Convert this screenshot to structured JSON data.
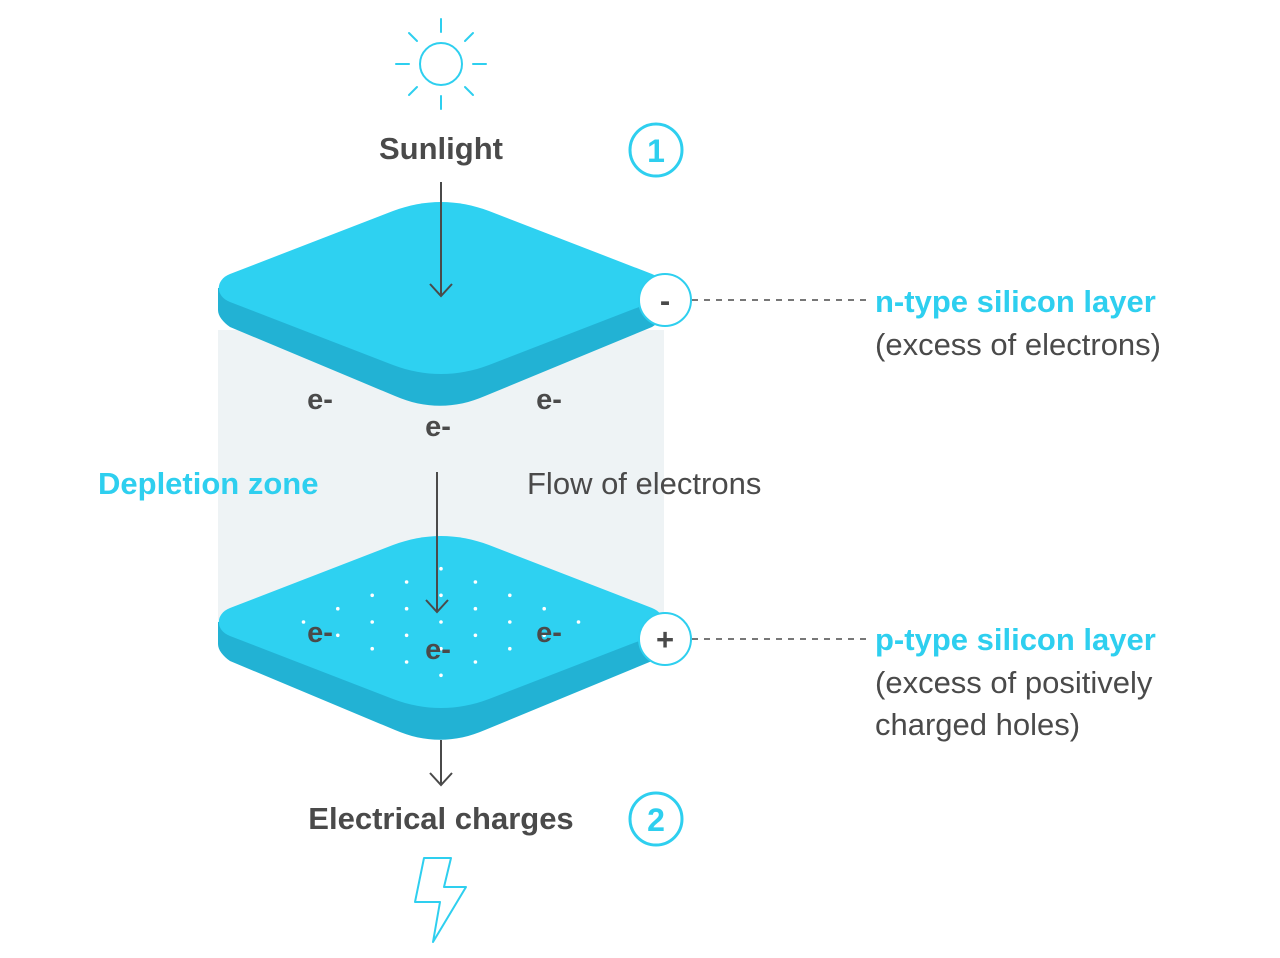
{
  "colors": {
    "accent": "#2ecfef",
    "accent_dark": "#22b2d4",
    "text": "#4a4a4a",
    "depletion": "#eef3f5"
  },
  "sunlight": {
    "icon": "sun-icon",
    "label": "Sunlight"
  },
  "steps": {
    "step1": "1",
    "step2": "2"
  },
  "n_layer": {
    "terminal": "-",
    "title": "n-type silicon layer",
    "desc": "(excess of electrons)"
  },
  "p_layer": {
    "terminal": "+",
    "title": "p-type silicon layer",
    "desc_line1": "(excess of positively",
    "desc_line2": "charged holes)"
  },
  "depletion_zone": {
    "label": "Depletion zone"
  },
  "flow": {
    "label": "Flow of electrons"
  },
  "electron": {
    "symbol": "e-"
  },
  "output": {
    "label": "Electrical charges",
    "icon": "lightning-bolt-icon"
  }
}
